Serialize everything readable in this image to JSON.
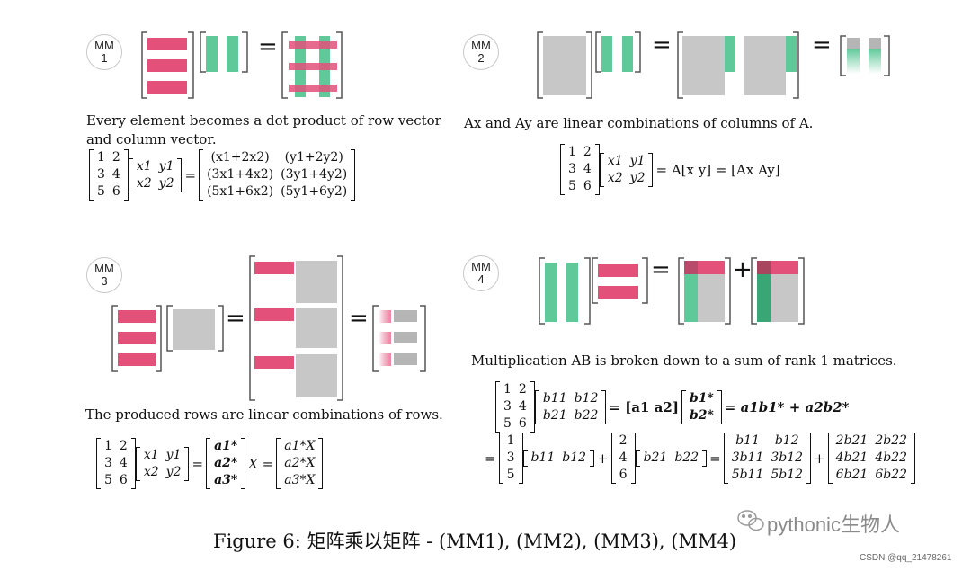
{
  "colors": {
    "pink": "#e3507a",
    "green": "#5fc99a",
    "gray": "#c8c7c8",
    "darkgreen": "#3aa676",
    "bracket": "#555555"
  },
  "panels": [
    {
      "badge_top": "MM",
      "badge_num": "1",
      "caption_line1": "Every element becomes a dot product of row vector",
      "caption_line2": "and column vector."
    },
    {
      "badge_top": "MM",
      "badge_num": "2",
      "caption": "Ax and Ay  are linear combinations of columns of A."
    },
    {
      "badge_top": "MM",
      "badge_num": "3",
      "caption": "The produced rows are linear combinations of rows."
    },
    {
      "badge_top": "MM",
      "badge_num": "4",
      "caption": "Multiplication AB is broken down to a sum of rank 1 matrices."
    }
  ],
  "eq1": {
    "A": [
      [
        "1",
        "2"
      ],
      [
        "3",
        "4"
      ],
      [
        "5",
        "6"
      ]
    ],
    "X": [
      [
        "x1",
        "y1"
      ],
      [
        "x2",
        "y2"
      ]
    ],
    "R": [
      [
        "(x1+2x2)",
        "(y1+2y2)"
      ],
      [
        "(3x1+4x2)",
        "(3y1+4y2)"
      ],
      [
        "(5x1+6x2)",
        "(5y1+6y2)"
      ]
    ]
  },
  "eq2": {
    "rhs1": "= A[x   y] = [Ax   Ay]"
  },
  "eq3": {
    "lhs_rows": [
      "a1*",
      "a2*",
      "a3*"
    ],
    "rhs_rows": [
      "a1*X",
      "a2*X",
      "a3*X"
    ],
    "mid": "X ="
  },
  "eq4": {
    "B": [
      [
        "b11",
        "b12"
      ],
      [
        "b21",
        "b22"
      ]
    ],
    "line1_mid": "= [a1   a2]",
    "line1_rows": [
      "b1*",
      "b2*"
    ],
    "line1_rhs": "= a1b1* + a2b2*",
    "col1": [
      "1",
      "3",
      "5"
    ],
    "row1": [
      "b11",
      "b12"
    ],
    "col2": [
      "2",
      "4",
      "6"
    ],
    "row2": [
      "b21",
      "b22"
    ],
    "R1": [
      [
        "b11",
        "b12"
      ],
      [
        "3b11",
        "3b12"
      ],
      [
        "5b11",
        "5b12"
      ]
    ],
    "R2": [
      [
        "2b21",
        "2b22"
      ],
      [
        "4b21",
        "4b22"
      ],
      [
        "6b21",
        "6b22"
      ]
    ]
  },
  "figure_caption": "Figure 6: 矩阵乘以矩阵 - (MM1), (MM2), (MM3), (MM4)",
  "watermark": "pythonic生物人",
  "csdn": "CSDN @qq_21478261"
}
